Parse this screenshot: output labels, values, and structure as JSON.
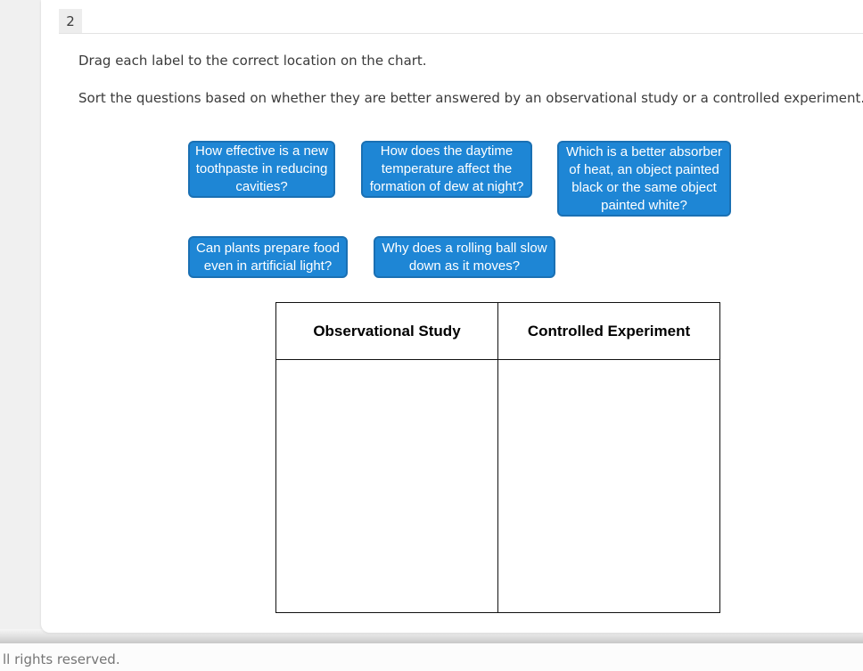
{
  "tab": {
    "label": "2"
  },
  "instructions": {
    "line1": "Drag each label to the correct location on the chart.",
    "line2": "Sort the questions based on whether they are better answered by an observational study or a controlled experiment."
  },
  "labels": [
    {
      "text": "How effective is a new toothpaste in reducing cavities?"
    },
    {
      "text": "How does the daytime temperature affect the formation of dew at night?"
    },
    {
      "text": "Which is a better absorber of heat, an object painted black or the same object painted white?"
    },
    {
      "text": "Can plants prepare food even in artificial light?"
    },
    {
      "text": "Why does a rolling ball slow down as it moves?"
    }
  ],
  "chart": {
    "columns": [
      "Observational Study",
      "Controlled Experiment"
    ]
  },
  "footer": {
    "text": "ll rights reserved."
  },
  "colors": {
    "label_bg": "#1e86d5",
    "label_border": "#1a70b3",
    "table_border": "#111111",
    "page_margin_bg": "#f0f0f0"
  }
}
